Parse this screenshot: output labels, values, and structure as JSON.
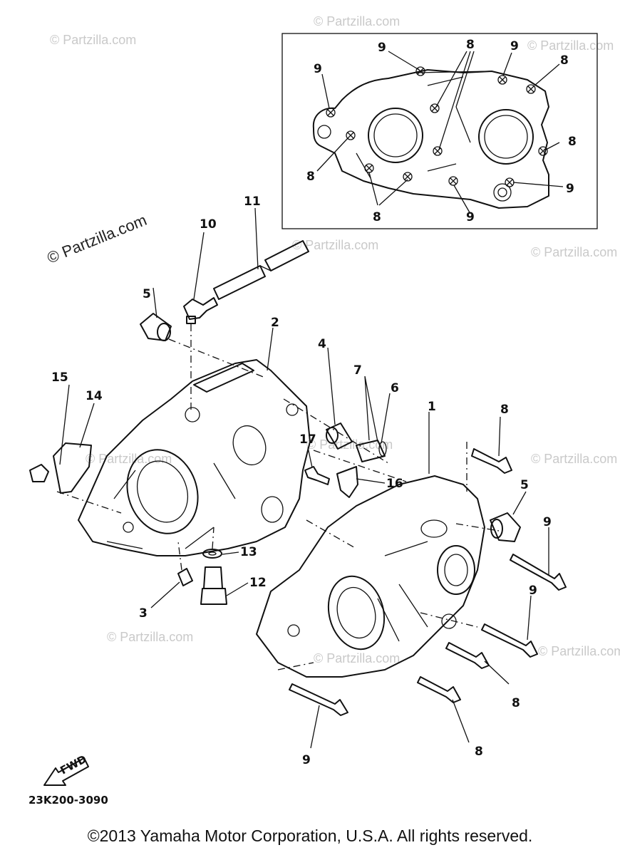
{
  "watermarks": {
    "brand": "© Partzilla.com",
    "brand_large": "© Partzilla.com"
  },
  "callouts": {
    "inset": {
      "p9_top": "9",
      "p8_top": "8",
      "p9_top_right": "9",
      "p8_right_top": "8",
      "p9_left": "9",
      "p8_right_mid": "8",
      "p8_left": "8",
      "p8_bottom": "8",
      "p9_bottom": "9",
      "p9_right_bottom": "9"
    },
    "main": {
      "p1": "1",
      "p2": "2",
      "p3": "3",
      "p4": "4",
      "p5_left": "5",
      "p5_right": "5",
      "p6": "6",
      "p7": "7",
      "p8_upper": "8",
      "p8_mid": "8",
      "p8_lower": "8",
      "p9_upper": "9",
      "p9_mid": "9",
      "p9_lower": "9",
      "p10": "10",
      "p11": "11",
      "p12": "12",
      "p13": "13",
      "p14": "14",
      "p15": "15",
      "p16": "16",
      "p17": "17"
    }
  },
  "fwd_label": "FWD",
  "diagram_code": "23K200-3090",
  "copyright": "©2013 Yamaha Motor Corporation, U.S.A. All rights reserved."
}
